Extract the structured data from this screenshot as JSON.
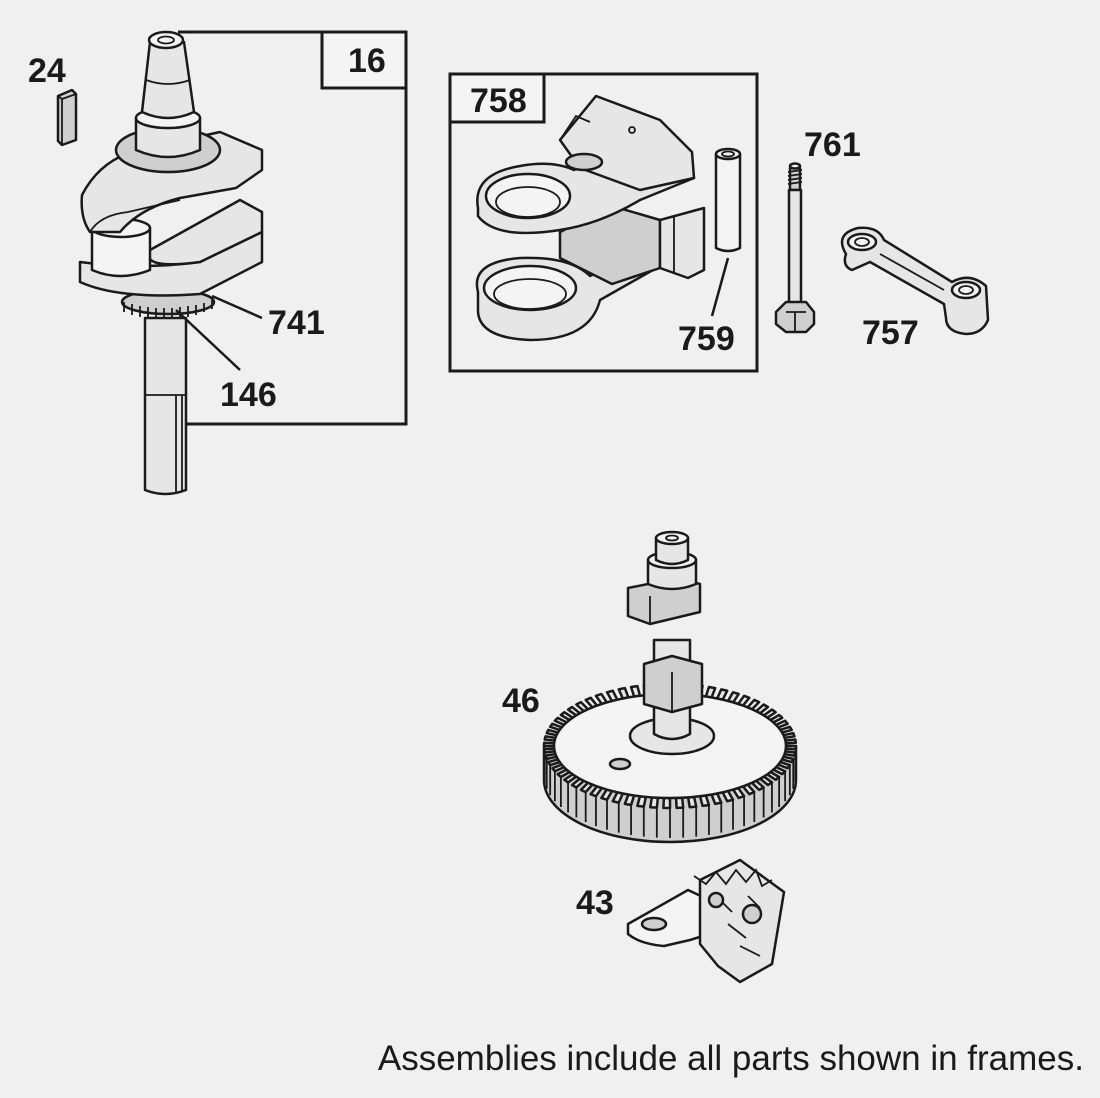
{
  "labels": {
    "p24": "24",
    "p16": "16",
    "p741": "741",
    "p146": "146",
    "p758": "758",
    "p759": "759",
    "p761": "761",
    "p757": "757",
    "p46": "46",
    "p43": "43"
  },
  "footnote": "Assemblies include all parts shown in frames.",
  "colors": {
    "background": "#f0f0f0",
    "ink": "#1a1a1a",
    "part_fill": "#e6e6e6"
  }
}
